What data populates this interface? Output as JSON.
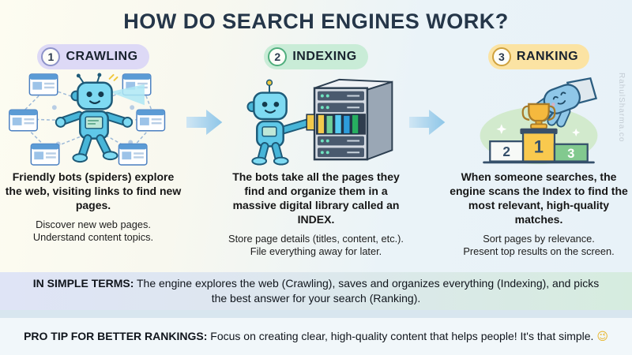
{
  "title": "HOW DO SEARCH ENGINES WORK?",
  "watermark": "RahulSharma.co",
  "columns": [
    {
      "number": "1",
      "label": "CRAWLING",
      "description": "Friendly bots (spiders) explore the web, visiting links to find new pages.",
      "details": [
        "Discover new web pages.",
        "Understand content topics."
      ],
      "illustration": "robot-crawler-scanning-web-pages"
    },
    {
      "number": "2",
      "label": "INDEXING",
      "description": "The bots take all the pages they find and organize them in a massive digital library called an INDEX.",
      "details": [
        "Store page details (titles, content, etc.).",
        "File everything away for later."
      ],
      "illustration": "robot-filing-books-into-server-library"
    },
    {
      "number": "3",
      "label": "RANKING",
      "description": "When someone searches, the engine scans the Index to find the most relevant, high-quality matches.",
      "details": [
        "Sort pages by relevance.",
        "Present top results on the screen."
      ],
      "illustration": "robot-hand-placing-trophy-on-podium"
    }
  ],
  "podium": {
    "first": "1",
    "second": "2",
    "third": "3"
  },
  "summary_banner": {
    "label": "IN SIMPLE TERMS:",
    "text": " The engine explores the web (Crawling), saves and organizes everything (Indexing), and picks the best answer for your search (Ranking)."
  },
  "tip_banner": {
    "label": "PRO TIP FOR BETTER RANKINGS:",
    "text": " Focus on creating clear, high-quality content that helps people! It's that simple. ",
    "emoji": "😉"
  },
  "colors": {
    "title_text": "#253649",
    "crawling_pill": "#ddd9f6",
    "indexing_pill": "#c9ecd7",
    "ranking_pill": "#fbe3a3",
    "arrow_blue": "#9ccdea",
    "robot_blue": "#6fd0ea",
    "trophy_gold": "#f5b93e",
    "podium_first": "#f9c94e",
    "podium_third": "#82c98f",
    "summary_banner_left": "#dfe4f6",
    "summary_banner_right": "#d6ecdf",
    "tip_banner_bg": "#f1f7fa"
  }
}
